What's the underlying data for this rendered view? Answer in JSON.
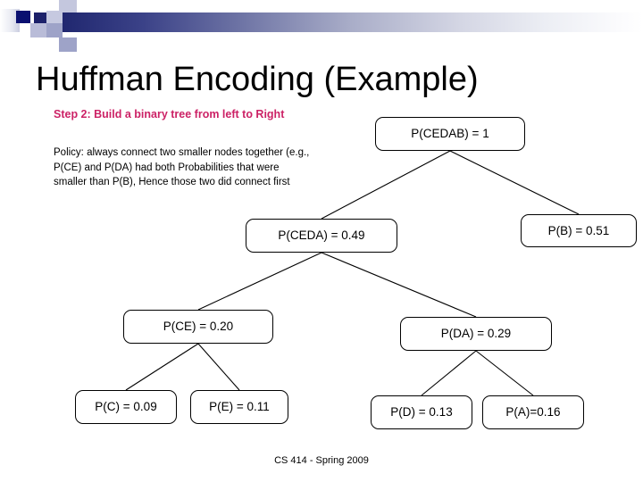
{
  "slide": {
    "title": "Huffman Encoding (Example)",
    "footer": "CS 414 - Spring 2009"
  },
  "notes": {
    "step_heading": "Step 2: Build a binary tree from left to Right",
    "step_heading_color": "#cc2266",
    "policy_text": "Policy: always connect two smaller nodes together (e.g., P(CE) and P(DA) had both Probabilities that were smaller than P(B), Hence those two did connect first"
  },
  "decoration": {
    "gradient_start": "#1b1f68",
    "gradient_end": "#ffffff",
    "accent_square": "#0a1070",
    "tint_square": "#9ea3c8"
  },
  "chart_data": {
    "type": "diagram",
    "title": "Huffman Encoding (Example)",
    "diagram": "binary-tree",
    "nodes": [
      {
        "id": "cedab",
        "label": "P(CEDAB) = 1",
        "symbol": "CEDAB",
        "probability": 1.0,
        "level": 0
      },
      {
        "id": "ceda",
        "label": "P(CEDA) = 0.49",
        "symbol": "CEDA",
        "probability": 0.49,
        "level": 1
      },
      {
        "id": "b",
        "label": "P(B) = 0.51",
        "symbol": "B",
        "probability": 0.51,
        "level": 1
      },
      {
        "id": "ce",
        "label": "P(CE) = 0.20",
        "symbol": "CE",
        "probability": 0.2,
        "level": 2
      },
      {
        "id": "da",
        "label": "P(DA) = 0.29",
        "symbol": "DA",
        "probability": 0.29,
        "level": 2
      },
      {
        "id": "c",
        "label": "P(C) = 0.09",
        "symbol": "C",
        "probability": 0.09,
        "level": 3
      },
      {
        "id": "e",
        "label": "P(E) = 0.11",
        "symbol": "E",
        "probability": 0.11,
        "level": 3
      },
      {
        "id": "d",
        "label": "P(D) = 0.13",
        "symbol": "D",
        "probability": 0.13,
        "level": 3
      },
      {
        "id": "a",
        "label": "P(A)=0.16",
        "symbol": "A",
        "probability": 0.16,
        "level": 3
      }
    ],
    "edges": [
      {
        "from": "cedab",
        "to": "ceda"
      },
      {
        "from": "cedab",
        "to": "b"
      },
      {
        "from": "ceda",
        "to": "ce"
      },
      {
        "from": "ceda",
        "to": "da"
      },
      {
        "from": "ce",
        "to": "c"
      },
      {
        "from": "ce",
        "to": "e"
      },
      {
        "from": "da",
        "to": "d"
      },
      {
        "from": "da",
        "to": "a"
      }
    ]
  }
}
